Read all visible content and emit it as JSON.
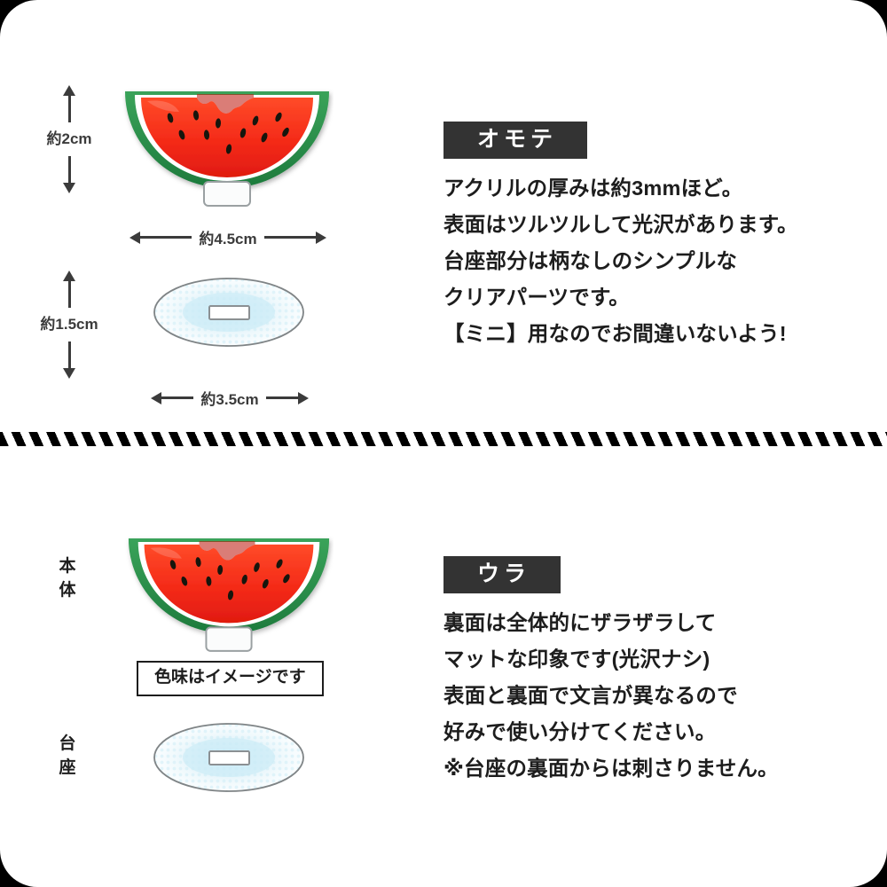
{
  "page": {
    "background": "#000000",
    "card_background": "#ffffff",
    "accent_red": "#f03020",
    "accent_green": "#2a8f4a",
    "badge_bg": "#333333",
    "ink": "#1d1d1d",
    "dim_gray": "#3b3b3b",
    "base_blue": "#cdecf7"
  },
  "divider": {
    "name": "diagonal-stripe-divider"
  },
  "top_section": {
    "height_dim": {
      "label": "約2cm"
    },
    "width_dim": {
      "label": "約4.5cm"
    },
    "base_height_dim": {
      "label": "約1.5cm"
    },
    "base_width_dim": {
      "label": "約3.5cm"
    },
    "badge": "オモテ",
    "body": "アクリルの厚みは約3mmほど。\n表面はツルツルして光沢があります。\n台座部分は柄なしのシンプルな\nクリアパーツです。\n【ミニ】用なのでお間違いないよう!"
  },
  "bottom_section": {
    "body_label": "本体",
    "base_label": "台座",
    "note": "色味はイメージです",
    "badge": "ウラ",
    "body": "裏面は全体的にザラザラして\nマットな印象です(光沢ナシ)\n表面と裏面で文言が異なるので\n好みで使い分けてください。\n※台座の裏面からは刺さりません。"
  },
  "icons": {
    "watermelon": "watermelon-slice-icon",
    "oval_base": "oval-base-icon",
    "arrow_up": "arrow-up-icon",
    "arrow_down": "arrow-down-icon",
    "arrow_left": "arrow-left-icon",
    "arrow_right": "arrow-right-icon"
  }
}
